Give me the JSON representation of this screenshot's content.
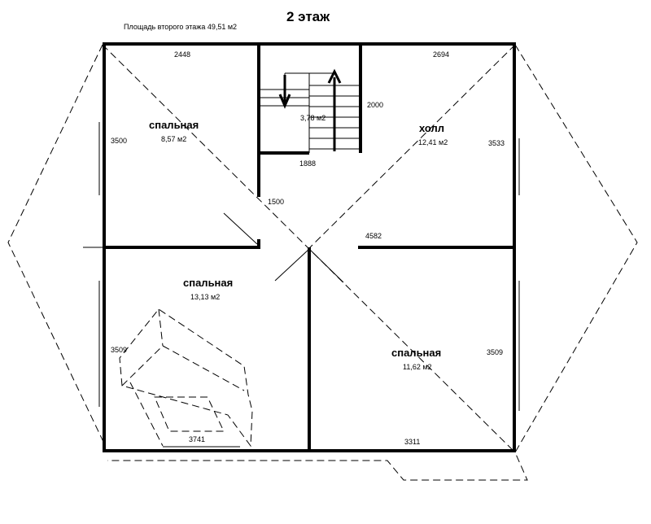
{
  "header": {
    "title": "2 этаж",
    "subtitle": "Площадь второго этажа 49,51 м2"
  },
  "rooms": [
    {
      "name": "спальная",
      "area": "8,57 м2"
    },
    {
      "name": "холл",
      "area": "12,41 м2"
    },
    {
      "name": "спальная",
      "area": "13,13 м2"
    },
    {
      "name": "спальная",
      "area": "11,62 м2"
    }
  ],
  "stair": {
    "area": "3,78 м2"
  },
  "dimensions": [
    "2448",
    "2694",
    "2000",
    "3500",
    "3533",
    "1888",
    "1500",
    "4582",
    "3509",
    "3509",
    "3741",
    "3311"
  ]
}
